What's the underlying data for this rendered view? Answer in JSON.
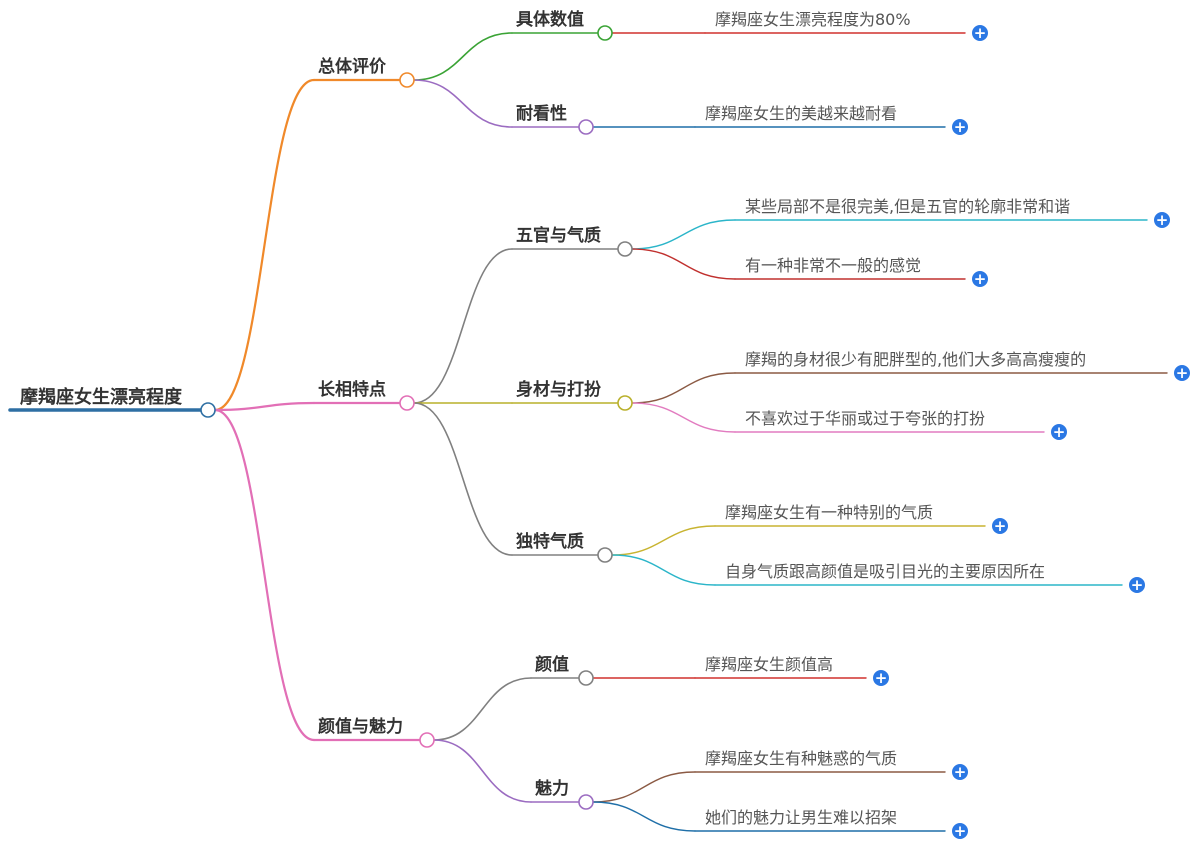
{
  "root": {
    "label": "摩羯座女生漂亮程度",
    "color": "#2e6fa3"
  },
  "branches": [
    {
      "label": "总体评价",
      "color": "#f0892a",
      "children": [
        {
          "label": "具体数值",
          "color": "#3aa335",
          "leaves": [
            {
              "label": "摩羯座女生漂亮程度为80%",
              "color": "#d0312d"
            }
          ]
        },
        {
          "label": "耐看性",
          "color": "#9b6cc1",
          "leaves": [
            {
              "label": "摩羯座女生的美越来越耐看",
              "color": "#1f6fa8"
            }
          ]
        }
      ]
    },
    {
      "label": "长相特点",
      "color": "#e26fb6",
      "children": [
        {
          "label": "五官与气质",
          "color": "#808080",
          "leaves": [
            {
              "label": "某些局部不是很完美,但是五官的轮廓非常和谐",
              "color": "#2bb5c9"
            },
            {
              "label": "有一种非常不一般的感觉",
              "color": "#c0302e"
            }
          ]
        },
        {
          "label": "身材与打扮",
          "color": "#b9b02a",
          "leaves": [
            {
              "label": "摩羯的身材很少有肥胖型的,他们大多高高瘦瘦的",
              "color": "#8b5a44"
            },
            {
              "label": "不喜欢过于华丽或过于夸张的打扮",
              "color": "#e27cc0"
            }
          ]
        },
        {
          "label": "独特气质",
          "color": "#808080",
          "leaves": [
            {
              "label": "摩羯座女生有一种特别的气质",
              "color": "#c8b431"
            },
            {
              "label": "自身气质跟高颜值是吸引目光的主要原因所在",
              "color": "#2bb5c9"
            }
          ]
        }
      ]
    },
    {
      "label": "颜值与魅力",
      "color": "#e26fb6",
      "children": [
        {
          "label": "颜值",
          "color": "#808080",
          "leaves": [
            {
              "label": "摩羯座女生颜值高",
              "color": "#d0312d"
            }
          ]
        },
        {
          "label": "魅力",
          "color": "#9b6cc1",
          "leaves": [
            {
              "label": "摩羯座女生有种魅惑的气质",
              "color": "#8b5a44"
            },
            {
              "label": "她们的魅力让男生难以招架",
              "color": "#1f6fa8"
            }
          ]
        }
      ]
    }
  ],
  "expand_icon": "plus-icon"
}
